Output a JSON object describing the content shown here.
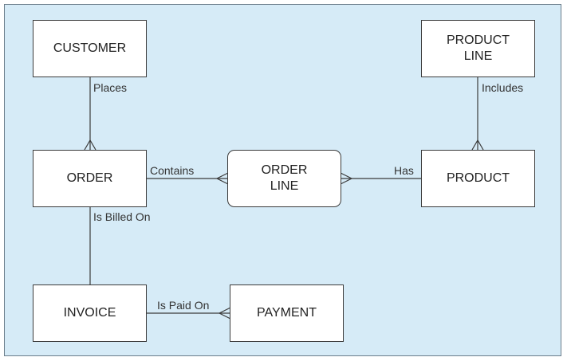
{
  "entities": {
    "customer": "CUSTOMER",
    "product_line": "PRODUCT\nLINE",
    "order": "ORDER",
    "order_line": "ORDER\nLINE",
    "product": "PRODUCT",
    "invoice": "INVOICE",
    "payment": "PAYMENT"
  },
  "relationships": {
    "places": "Places",
    "includes": "Includes",
    "contains": "Contains",
    "has": "Has",
    "is_billed_on": "Is Billed On",
    "is_paid_on": "Is Paid On"
  },
  "colors": {
    "background": "#d6ebf7",
    "entity_fill": "#ffffff",
    "line": "#3b3b3b"
  }
}
